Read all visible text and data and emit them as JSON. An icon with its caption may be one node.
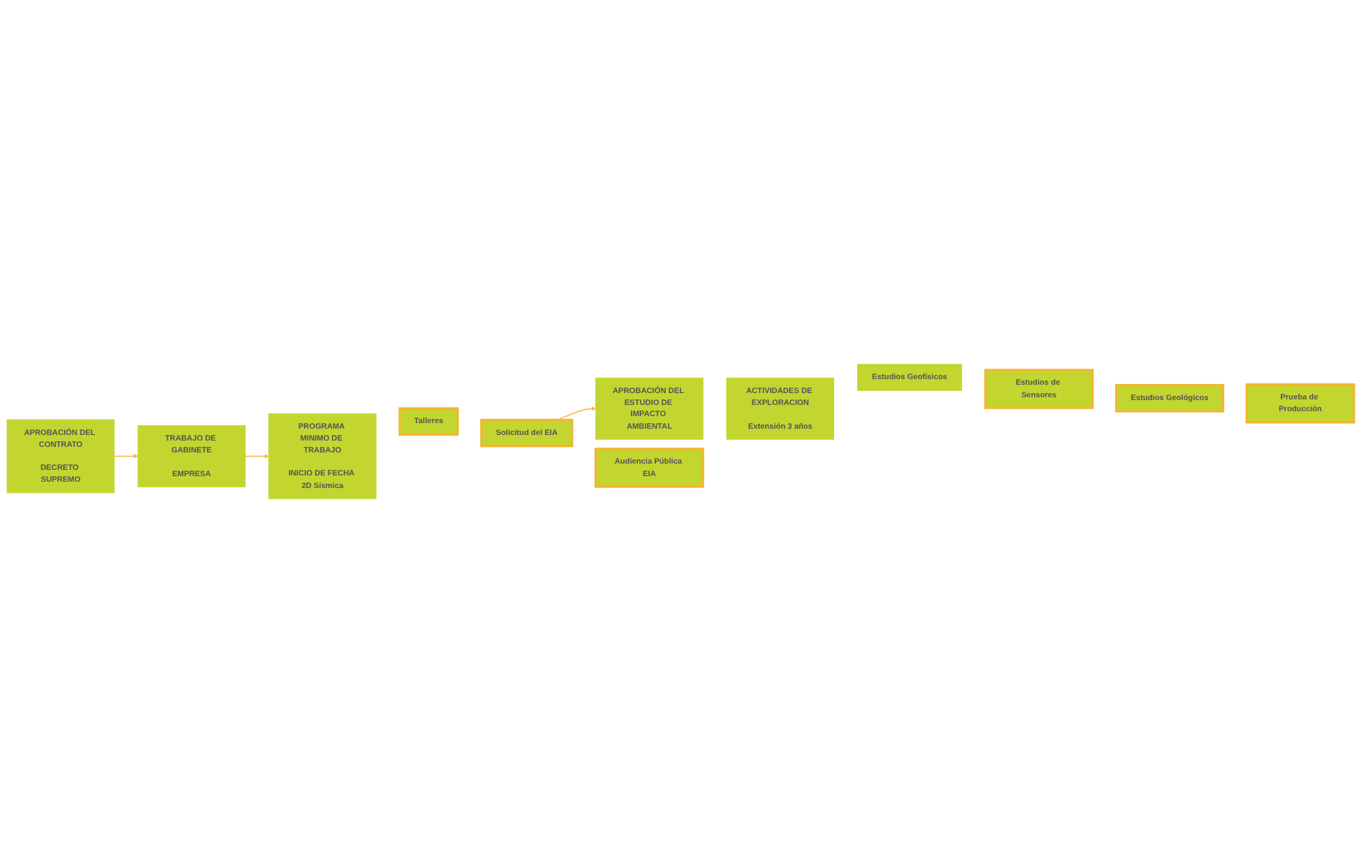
{
  "diagram": {
    "nodes": [
      {
        "text": [
          "APROBACIÓN DEL CONTRATO",
          "DECRETO SUPREMO"
        ]
      },
      {
        "text": [
          "TRABAJO DE GABINETE",
          "EMPRESA"
        ]
      },
      {
        "text": [
          "PROGRAMA MINIMO DE TRABAJO",
          "INICIO DE FECHA 2D Sísmica"
        ]
      },
      {
        "text": [
          "APROBACIÓN DEL ESTUDIO DE IMPACTO AMBIENTAL"
        ]
      },
      {
        "text": [
          "ACTIVIDADES DE EXPLORACION",
          "Extensión 3 años"
        ]
      },
      {
        "text": [
          "Talleres"
        ]
      },
      {
        "text": [
          "Solicitud del EIA"
        ]
      },
      {
        "text": [
          "Audiencia Pública EIA"
        ]
      },
      {
        "text": [
          "Estudios Geofísicos"
        ]
      },
      {
        "text": [
          "Estudios de Sensores"
        ]
      },
      {
        "text": [
          "Estudios Geológicos"
        ]
      },
      {
        "text": [
          "Prueba de Producción"
        ]
      }
    ],
    "edges": [
      {
        "from": 0,
        "to": 1,
        "arrow": "to"
      },
      {
        "from": 1,
        "to": 2,
        "arrow": "to"
      },
      {
        "from": 6,
        "to": 3,
        "arrow": "to"
      }
    ]
  }
}
